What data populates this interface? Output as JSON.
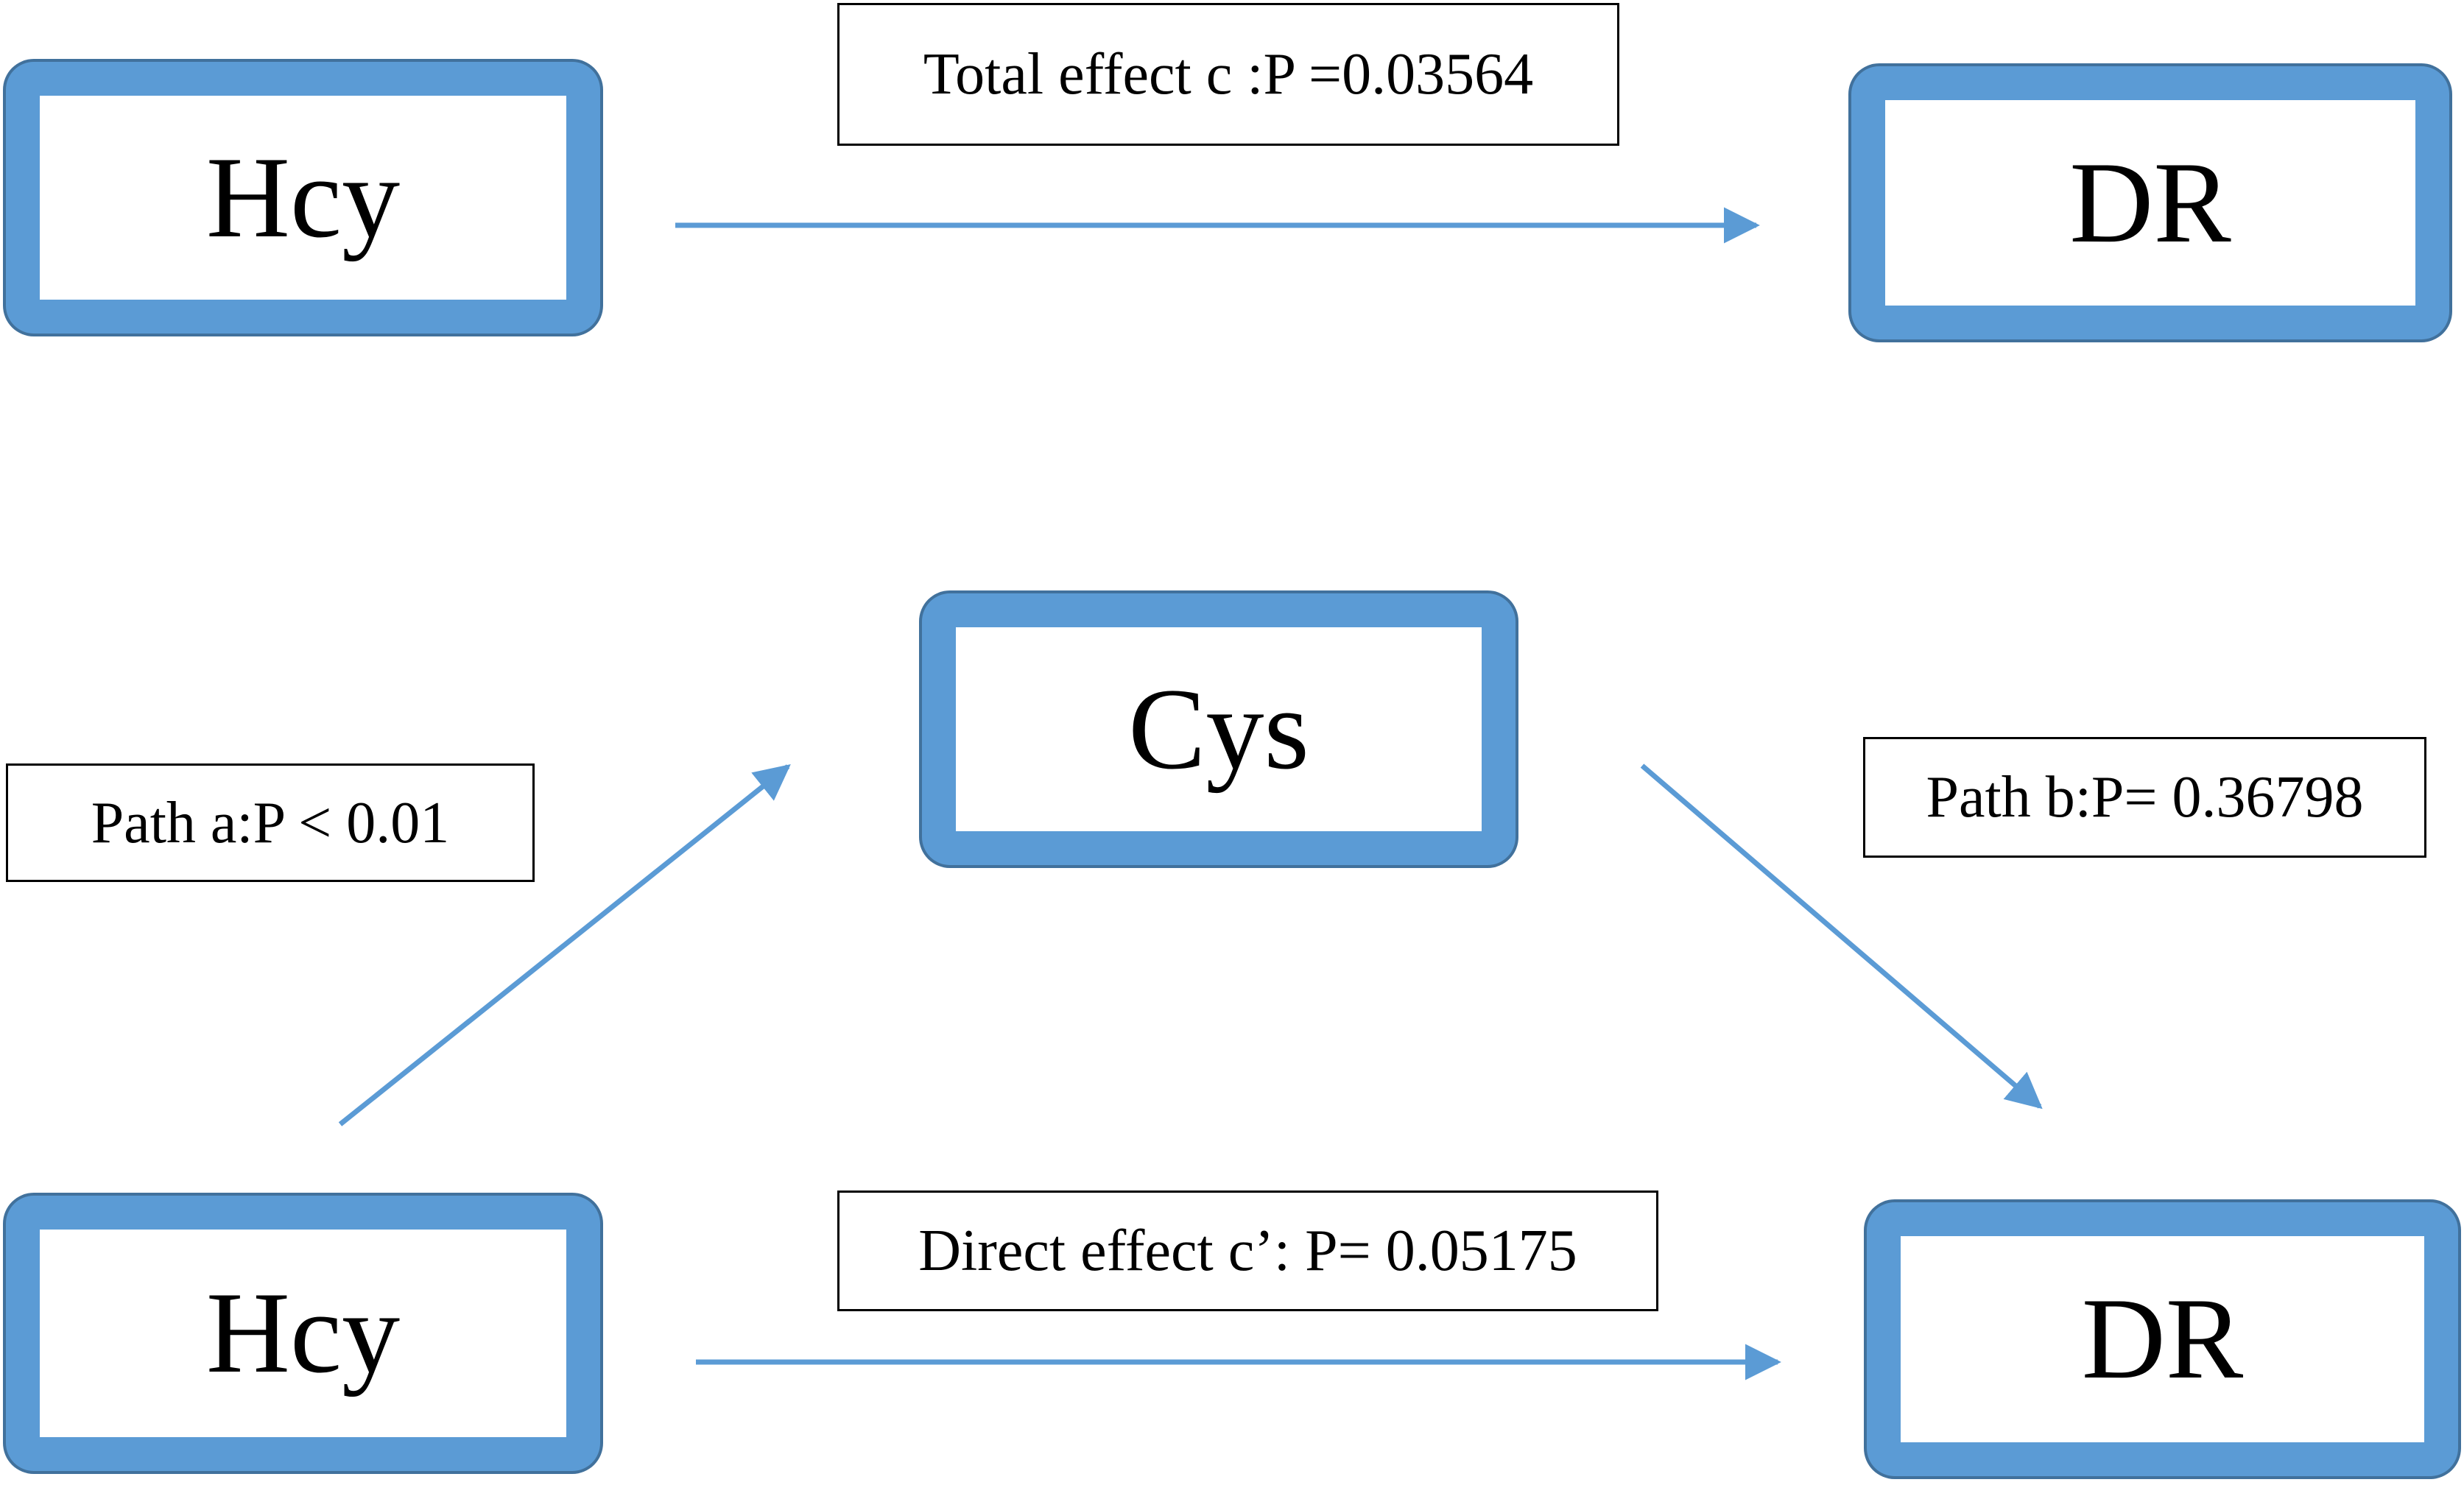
{
  "nodes": {
    "hcy_top": "Hcy",
    "dr_top": "DR",
    "cys": "Cys",
    "hcy_bottom": "Hcy",
    "dr_bottom": "DR"
  },
  "labels": {
    "total_effect": "Total effect c :P =0.03564",
    "path_a": "Path a:P < 0.01",
    "path_b": "Path b:P= 0.36798",
    "direct_effect": "Direct effect c’: P= 0.05175"
  },
  "colors": {
    "node_border": "#5b9bd5",
    "node_outline": "#41719c",
    "arrow": "#5b9bd5",
    "label_border": "#000000",
    "text": "#000000"
  }
}
